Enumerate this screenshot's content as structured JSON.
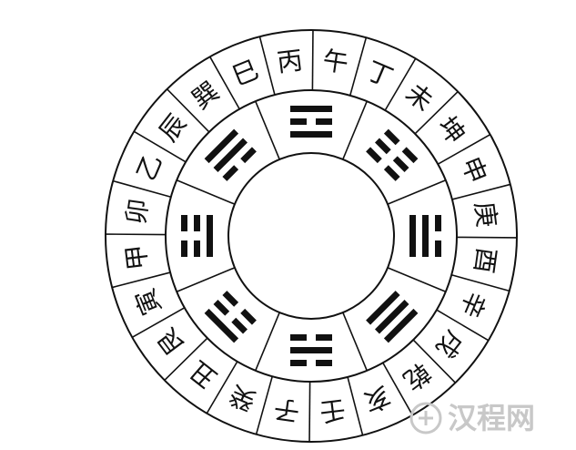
{
  "outer_ring": {
    "stems_branches": [
      "丙",
      "午",
      "丁",
      "未",
      "坤",
      "申",
      "庚",
      "酉",
      "辛",
      "戌",
      "乾",
      "亥",
      "壬",
      "子",
      "癸",
      "丑",
      "艮",
      "寅",
      "甲",
      "卯",
      "乙",
      "辰",
      "巽",
      "巳"
    ]
  },
  "inner_ring": {
    "trigrams": [
      {
        "name": "离",
        "lines": [
          1,
          0,
          1
        ]
      },
      {
        "name": "坤",
        "lines": [
          0,
          0,
          0
        ]
      },
      {
        "name": "兑",
        "lines": [
          0,
          1,
          1
        ]
      },
      {
        "name": "乾",
        "lines": [
          1,
          1,
          1
        ]
      },
      {
        "name": "坎",
        "lines": [
          0,
          1,
          0
        ]
      },
      {
        "name": "艮",
        "lines": [
          1,
          0,
          0
        ]
      },
      {
        "name": "震",
        "lines": [
          0,
          0,
          1
        ]
      },
      {
        "name": "巽",
        "lines": [
          1,
          1,
          0
        ]
      }
    ]
  },
  "watermark": {
    "text": "汉程网",
    "icon": "hanchengwang-logo-icon"
  },
  "colors": {
    "ink": "#111111",
    "background": "#ffffff",
    "watermark": "#c8c8c8"
  }
}
